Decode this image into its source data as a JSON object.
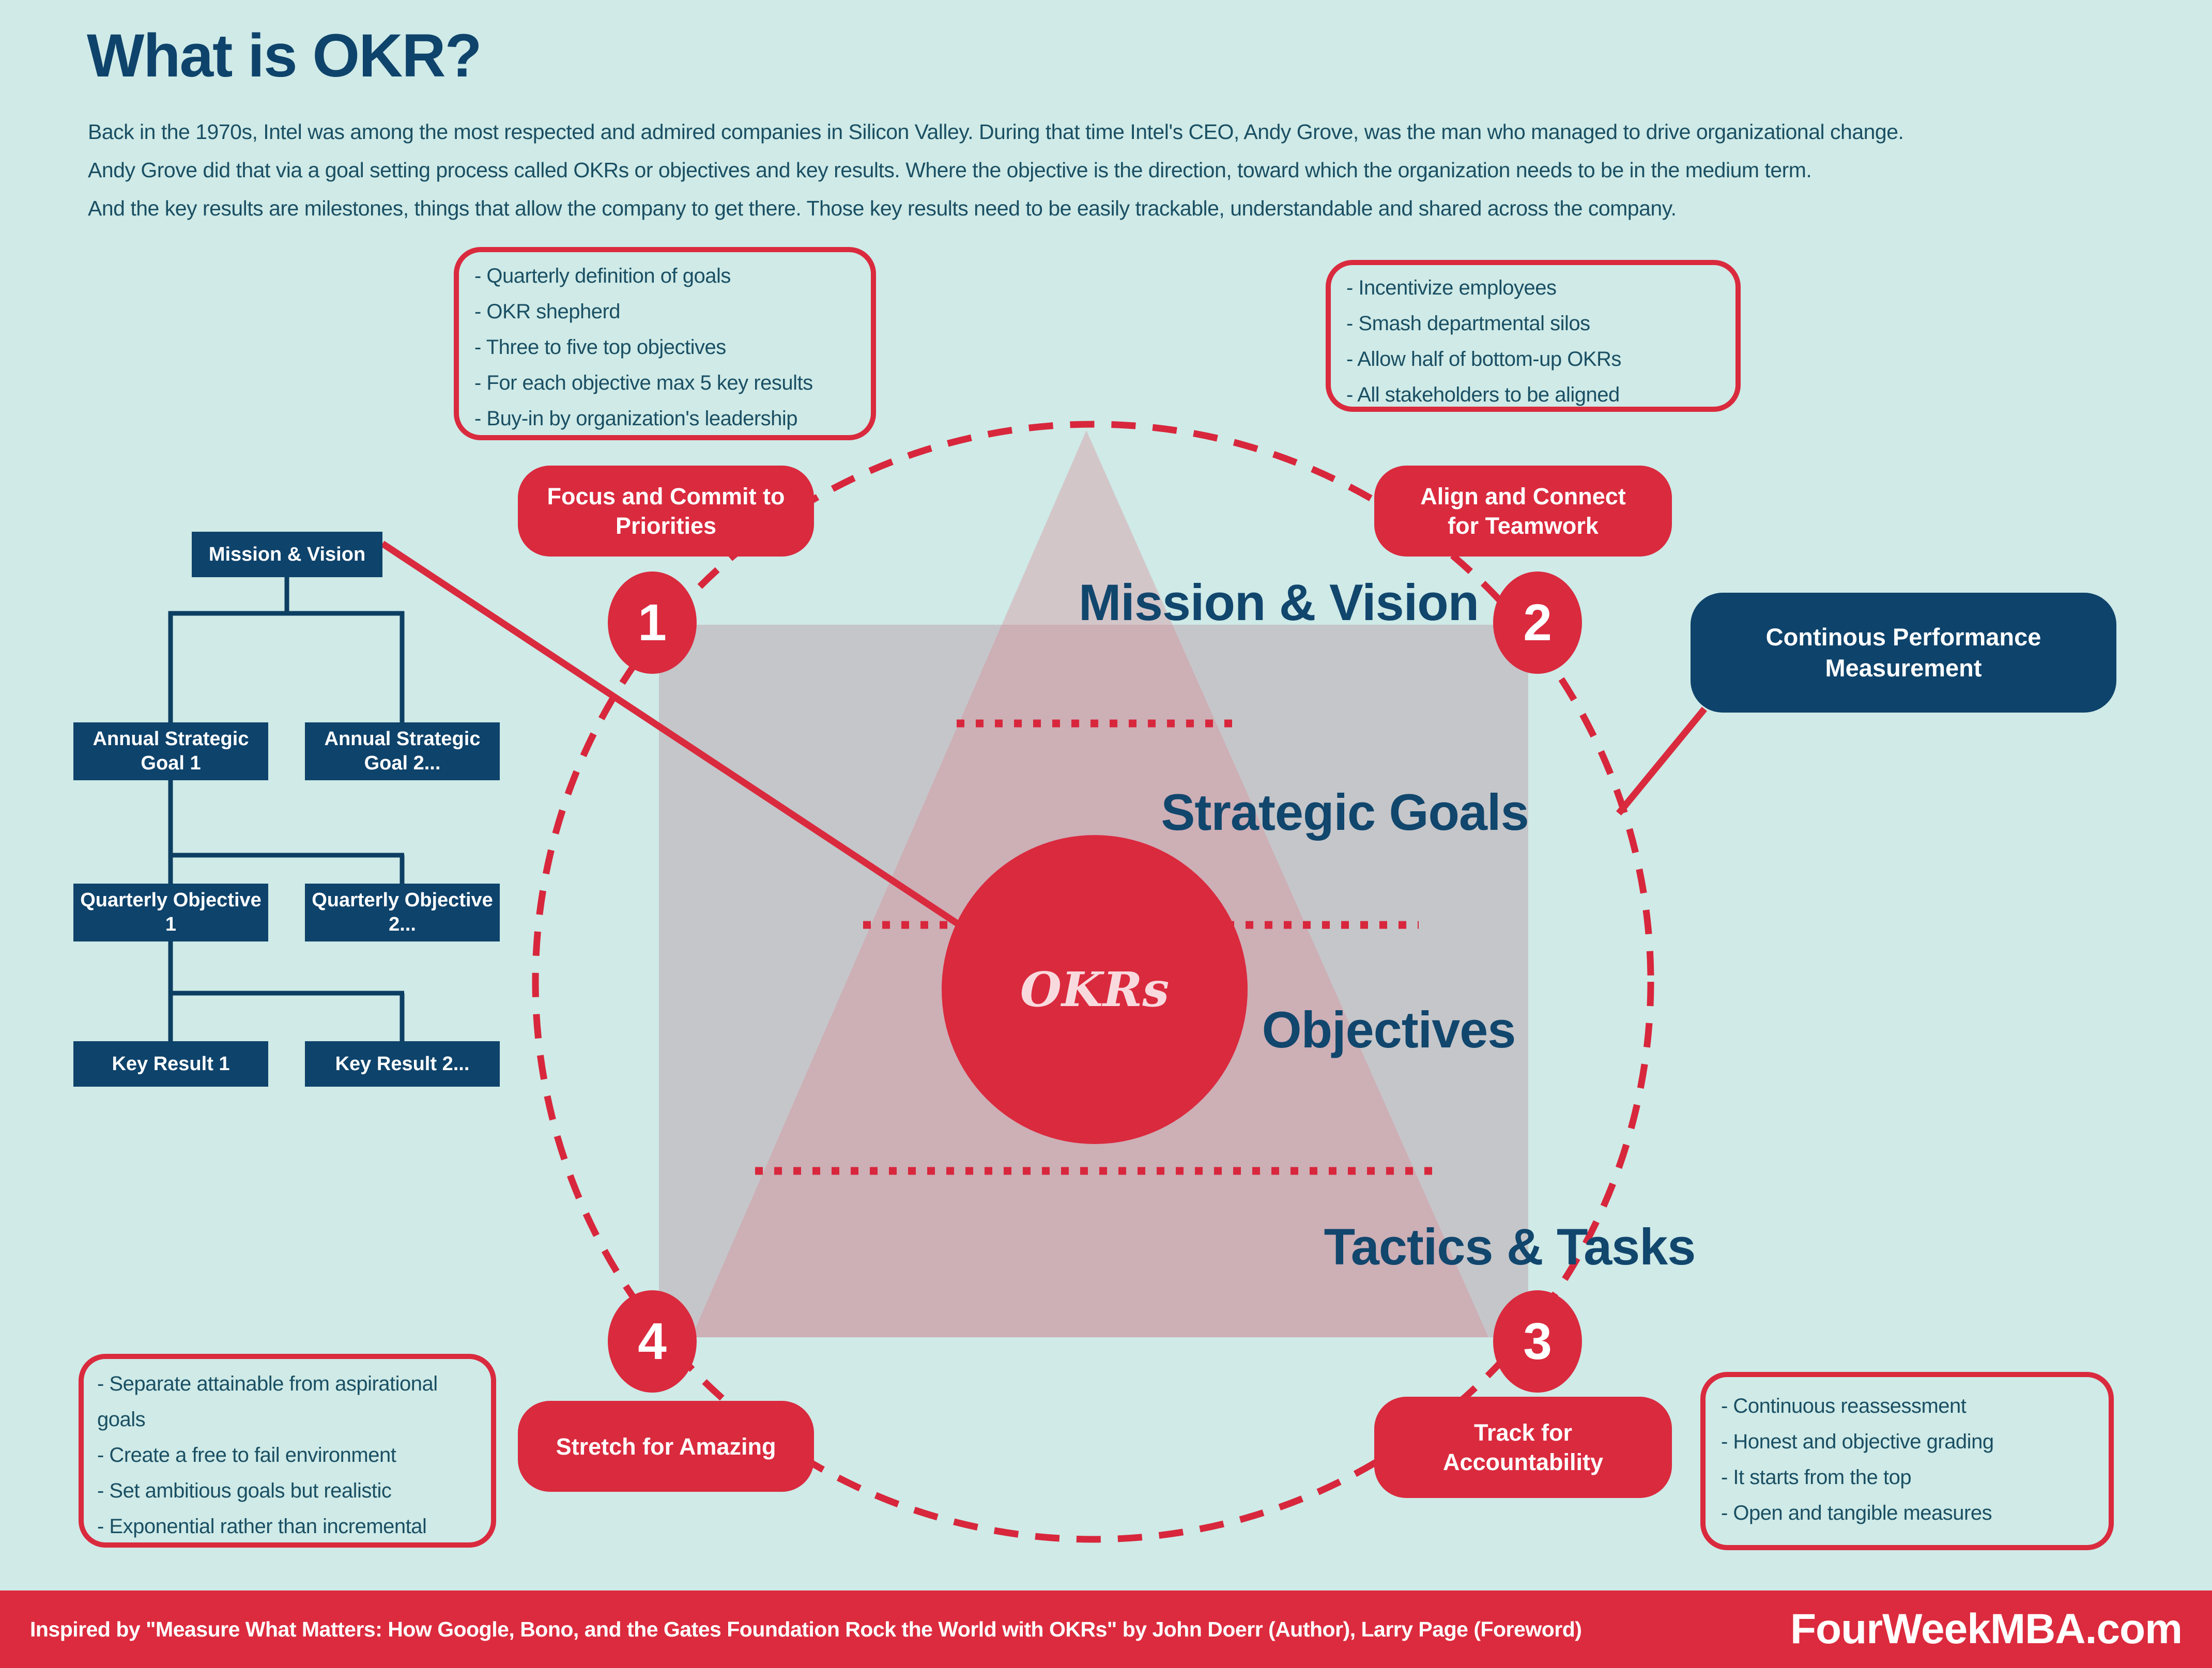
{
  "title": "What is OKR?",
  "intro": {
    "lines": [
      "Back in the 1970s, Intel was among the most respected and admired companies in Silicon Valley. During that time Intel's CEO, Andy Grove, was the man who managed to drive organizational change.",
      "Andy Grove did that via a goal setting process called OKRs or objectives and key results. Where the objective is the direction, toward which the organization needs to be in the medium term.",
      "And the key results are milestones, things that allow the company to get there. Those key results need to be easily trackable, understandable and shared across the company."
    ]
  },
  "callouts": {
    "focus": {
      "lines": [
        "- Quarterly definition of goals",
        "- OKR shepherd",
        "- Three to five top objectives",
        "- For each objective max 5 key results",
        "- Buy-in by organization's leadership"
      ]
    },
    "align": {
      "lines": [
        "- Incentivize employees",
        "- Smash departmental silos",
        "- Allow half of bottom-up OKRs",
        "- All stakeholders to be aligned"
      ]
    },
    "stretch": {
      "lines": [
        "- Separate attainable from aspirational",
        "goals",
        "- Create a free to fail environment",
        "- Set ambitious goals but realistic",
        "- Exponential rather than incremental"
      ]
    },
    "track": {
      "lines": [
        "- Continuous reassessment",
        "- Honest and objective grading",
        "- It starts from the top",
        "- Open and tangible measures"
      ]
    }
  },
  "steps": [
    {
      "number": "1",
      "line1": "Focus and Commit to",
      "line2": "Priorities"
    },
    {
      "number": "2",
      "line1": "Align and Connect",
      "line2": "for Teamwork"
    },
    {
      "number": "3",
      "line1": "Track for",
      "line2": "Accountability"
    },
    {
      "number": "4",
      "line1": "Stretch for Amazing",
      "line2": ""
    }
  ],
  "performance_box": {
    "line1": "Continous Performance",
    "line2": "Measurement"
  },
  "pyramid": {
    "levels": [
      "Mission & Vision",
      "Strategic Goals",
      "Objectives",
      "Tactics & Tasks"
    ],
    "center_label": "OKRs"
  },
  "tree": {
    "root": "Mission & Vision",
    "annual_goals": [
      "Annual Strategic Goal 1",
      "Annual Strategic Goal 2..."
    ],
    "quarterly_objectives": [
      "Quarterly Objective 1",
      "Quarterly Objective 2..."
    ],
    "key_results": [
      "Key Result 1",
      "Key Result 2..."
    ]
  },
  "footer": {
    "credit": "Inspired by \"Measure What Matters: How Google, Bono, and the Gates Foundation Rock the World with OKRs\" by John Doerr (Author),  Larry Page (Foreword)",
    "brand": "FourWeekMBA.com"
  },
  "colors": {
    "background": "#cfeae7",
    "accent_red": "#da2a3e",
    "navy": "#0e436b",
    "grey_square": "#c5c6c9",
    "text": "#1a4f63"
  }
}
